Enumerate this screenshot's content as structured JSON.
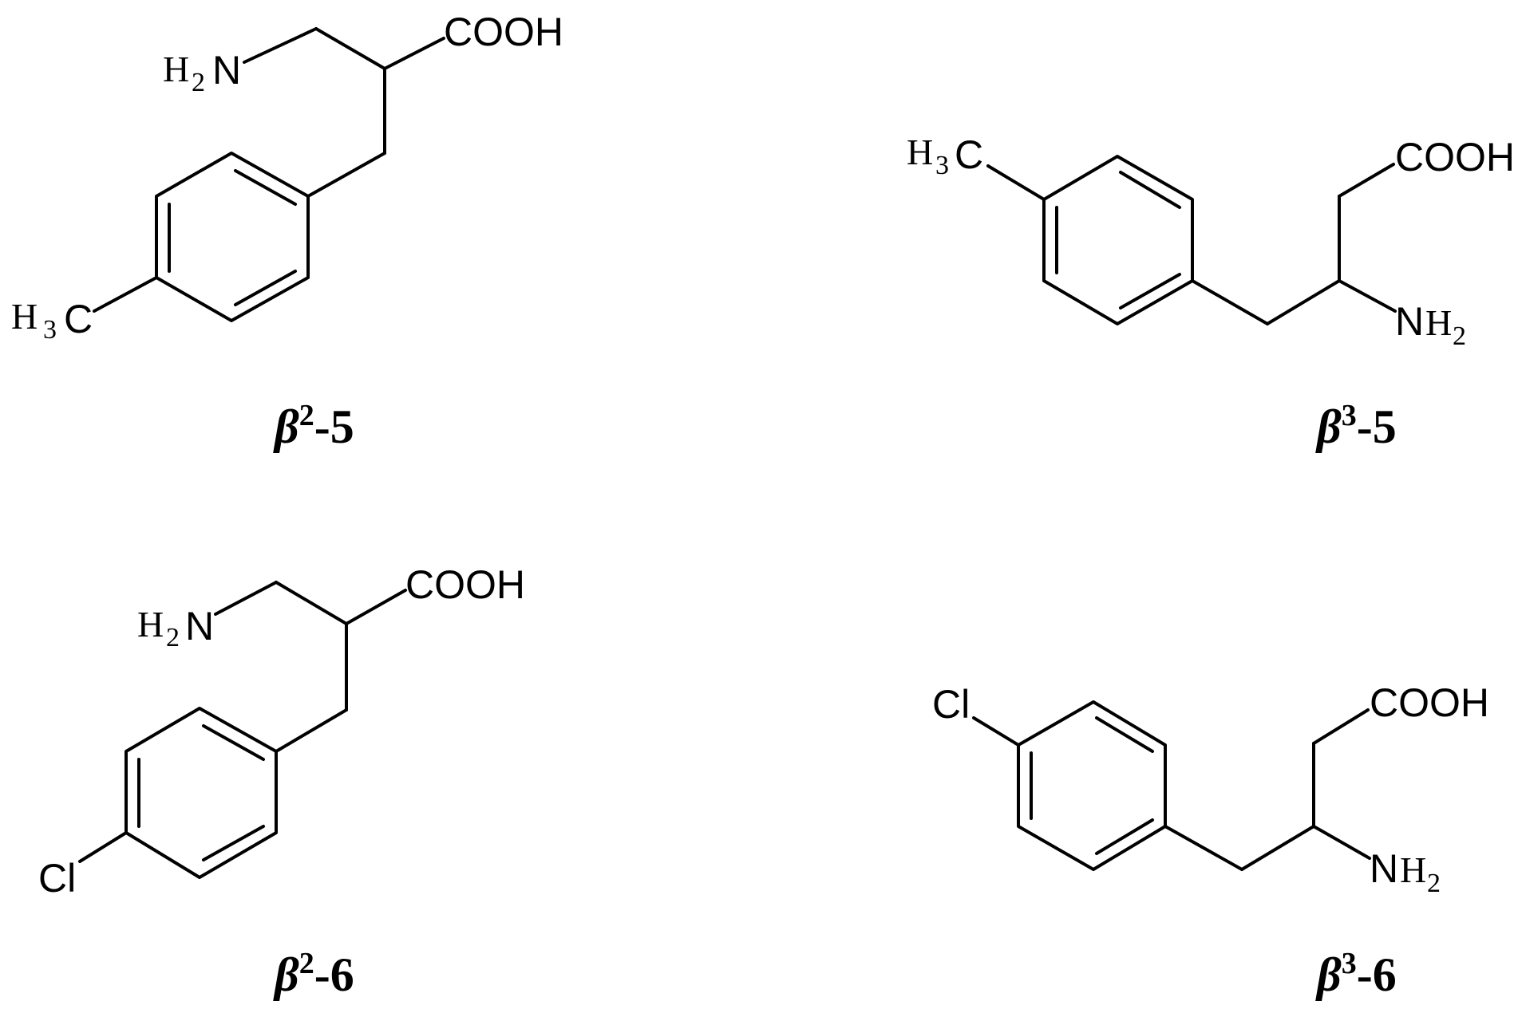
{
  "colors": {
    "ink": "#000000",
    "background": "#ffffff"
  },
  "compounds": [
    {
      "id": "beta2-5",
      "caption": {
        "greek": "β",
        "sup": "2",
        "suffix": "-5"
      },
      "labels": {
        "acid": "COOH",
        "amine_h": "H",
        "amine_sub": "2",
        "amine_n": "N",
        "methyl_h": "H",
        "methyl_sub": "3",
        "methyl_c": "C"
      }
    },
    {
      "id": "beta3-5",
      "caption": {
        "greek": "β",
        "sup": "3",
        "suffix": "-5"
      },
      "labels": {
        "acid": "COOH",
        "amine_n": "N",
        "amine_h": "H",
        "amine_sub": "2",
        "methyl_h": "H",
        "methyl_sub": "3",
        "methyl_c": "C"
      }
    },
    {
      "id": "beta2-6",
      "caption": {
        "greek": "β",
        "sup": "2",
        "suffix": "-6"
      },
      "labels": {
        "acid": "COOH",
        "amine_h": "H",
        "amine_sub": "2",
        "amine_n": "N",
        "halogen": "Cl"
      }
    },
    {
      "id": "beta3-6",
      "caption": {
        "greek": "β",
        "sup": "3",
        "suffix": "-6"
      },
      "labels": {
        "acid": "COOH",
        "amine_n": "N",
        "amine_h": "H",
        "amine_sub": "2",
        "halogen": "Cl"
      }
    }
  ]
}
